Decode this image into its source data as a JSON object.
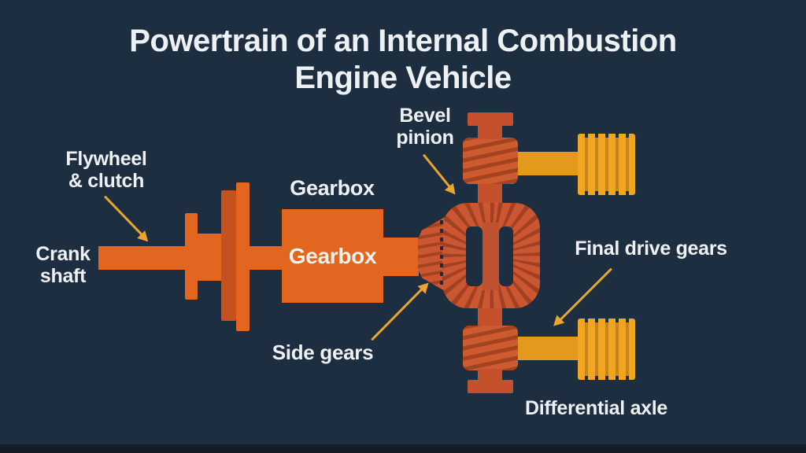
{
  "title": {
    "line1": "Powertrain of an Internal Combustion",
    "line2": "Engine Vehicle"
  },
  "labels": {
    "flywheel": {
      "line1": "Flywheel",
      "line2": "& clutch"
    },
    "crankshaft": {
      "line1": "Crank",
      "line2": "shaft"
    },
    "gearbox_caption": "Gearbox",
    "gearbox_box": "Gearbox",
    "bevel_pinion": {
      "line1": "Bevel",
      "line2": "pinion"
    },
    "side_gears": "Side gears",
    "final_drive_gears": "Final drive gears",
    "differential_axle": "Differential axle"
  },
  "colors": {
    "background": "#1c2e40",
    "footer_bar": "#131d28",
    "text": "#eef1f3",
    "orange_bright": "#e2661f",
    "orange_mid": "#c4521f",
    "red_orange_body": "#ce5a2f",
    "red_orange_dark": "#a3431f",
    "ring_body": "#ca5632",
    "spider_bar": "#bf5030",
    "flange": "#c5512c",
    "gold_axle": "#e2991c",
    "gold_rib": "#f0a621",
    "gold_body": "#c8851a",
    "arrow": "#e9a52e"
  }
}
